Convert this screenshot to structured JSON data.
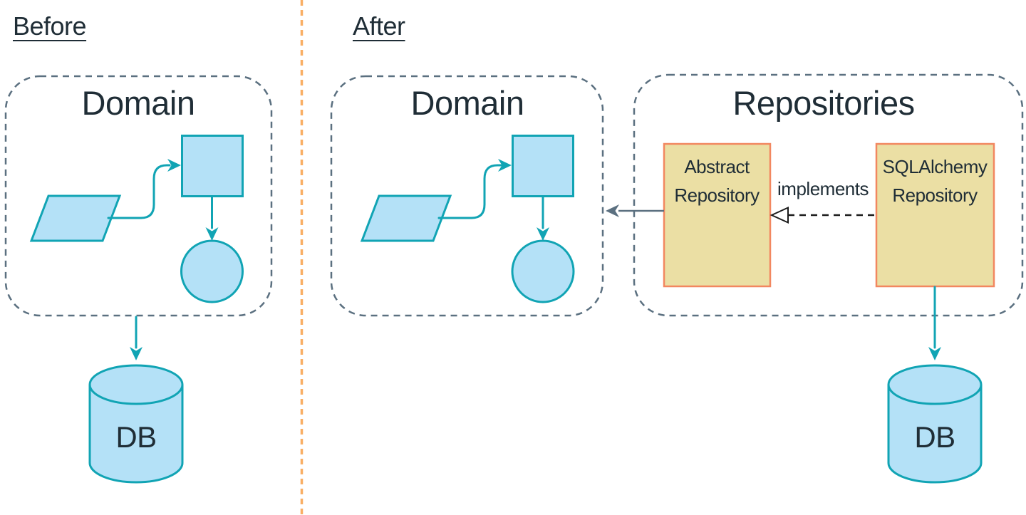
{
  "diagram": {
    "description": "Before/After architecture diagram introducing the Repository pattern between the Domain and the DB",
    "before": {
      "label": "Before",
      "domain": {
        "title": "Domain"
      },
      "db": {
        "label": "DB"
      }
    },
    "after": {
      "label": "After",
      "domain": {
        "title": "Domain"
      },
      "repositories": {
        "title": "Repositories",
        "abstract_repository": {
          "line1": "Abstract",
          "line2": "Repository"
        },
        "sqlalchemy_repository": {
          "line1": "SQLAlchemy",
          "line2": "Repository"
        },
        "implements_label": "implements"
      },
      "db": {
        "label": "DB"
      }
    }
  },
  "theme": {
    "background": "#ffffff",
    "text": "#1f2d36",
    "teal": "#11a4b4",
    "shape-fill": "#b4e1f7",
    "slate": "#5b7080",
    "divider-orange": "#f9ae64",
    "repo-fill": "#ebdfa4",
    "repo-border": "#f28760",
    "implements-line": "#1b1b1b"
  }
}
